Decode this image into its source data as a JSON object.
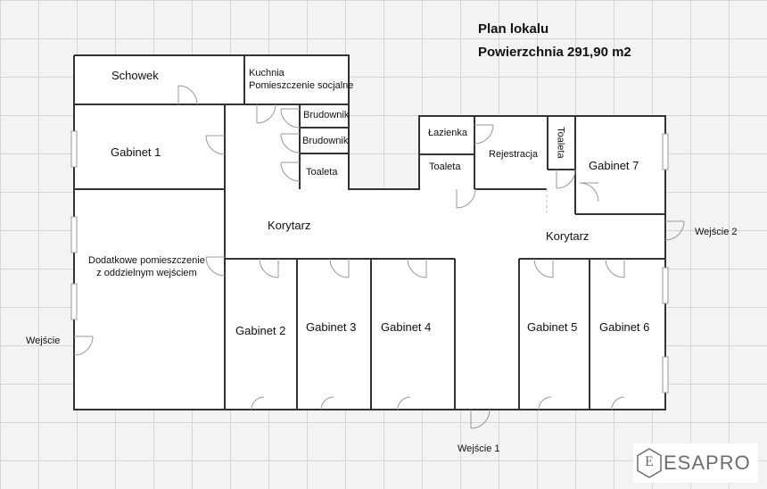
{
  "title": {
    "line1": "Plan lokalu",
    "line2": "Powierzchnia 291,90 m2"
  },
  "rooms": {
    "schowek": "Schowek",
    "kuchnia_l1": "Kuchnia",
    "kuchnia_l2": "Pomieszczenie socjalne",
    "brudownik_1": "Brudownik",
    "brudownik_2": "Brudownik",
    "toaleta_left": "Toaleta",
    "gabinet_1": "Gabinet 1",
    "lazienka": "Łazienka",
    "toaleta_mid": "Toaleta",
    "rejestracja": "Rejestracja",
    "toaleta_rot": "Toaleta",
    "gabinet_7": "Gabinet 7",
    "korytarz_1": "Korytarz",
    "korytarz_2": "Korytarz",
    "dodatkowe_l1": "Dodatkowe pomieszczenie",
    "dodatkowe_l2": "z oddzielnym wejściem",
    "gabinet_2": "Gabinet 2",
    "gabinet_3": "Gabinet 3",
    "gabinet_4": "Gabinet 4",
    "gabinet_5": "Gabinet 5",
    "gabinet_6": "Gabinet 6"
  },
  "entrances": {
    "wejscie": "Wejście",
    "wejscie_1": "Wejście 1",
    "wejscie_2": "Wejście 2"
  },
  "logo": {
    "mark": "E",
    "text": "ESAPRO",
    "icon": "hexagon-logo-icon"
  },
  "colors": {
    "wall": "#333333",
    "grid": "#d6d6d6",
    "door": "#999999"
  }
}
